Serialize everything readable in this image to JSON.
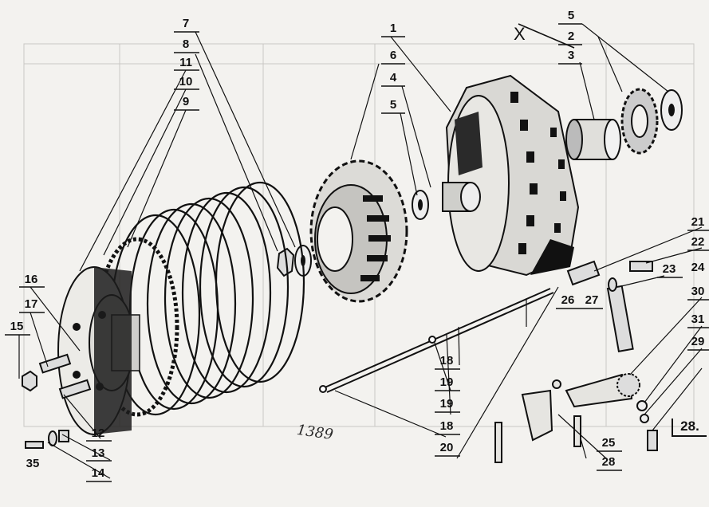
{
  "diagram": {
    "sheet_number": "28.",
    "handwritten_note": "1389",
    "marker": "X",
    "part_labels": [
      {
        "id": "1",
        "text": "1"
      },
      {
        "id": "2a",
        "text": "2"
      },
      {
        "id": "3",
        "text": "3"
      },
      {
        "id": "4",
        "text": "4"
      },
      {
        "id": "5a",
        "text": "5"
      },
      {
        "id": "5b",
        "text": "5"
      },
      {
        "id": "6",
        "text": "6"
      },
      {
        "id": "7",
        "text": "7"
      },
      {
        "id": "8",
        "text": "8"
      },
      {
        "id": "9",
        "text": "9"
      },
      {
        "id": "10",
        "text": "10"
      },
      {
        "id": "11",
        "text": "11"
      },
      {
        "id": "12",
        "text": "12"
      },
      {
        "id": "13",
        "text": "13"
      },
      {
        "id": "14",
        "text": "14"
      },
      {
        "id": "15",
        "text": "15"
      },
      {
        "id": "16",
        "text": "16"
      },
      {
        "id": "17",
        "text": "17"
      },
      {
        "id": "18a",
        "text": "18"
      },
      {
        "id": "18b",
        "text": "18"
      },
      {
        "id": "19a",
        "text": "19"
      },
      {
        "id": "19b",
        "text": "19"
      },
      {
        "id": "20",
        "text": "20"
      },
      {
        "id": "21",
        "text": "21"
      },
      {
        "id": "22",
        "text": "22"
      },
      {
        "id": "23",
        "text": "23"
      },
      {
        "id": "24",
        "text": "24"
      },
      {
        "id": "25",
        "text": "25"
      },
      {
        "id": "26",
        "text": "26"
      },
      {
        "id": "27",
        "text": "27"
      },
      {
        "id": "28",
        "text": "28"
      },
      {
        "id": "29",
        "text": "29"
      },
      {
        "id": "30",
        "text": "30"
      },
      {
        "id": "31",
        "text": "31"
      },
      {
        "id": "35",
        "text": "35"
      }
    ]
  },
  "colors": {
    "paper": "#f3f2ef",
    "ink": "#111111",
    "shadow": "#1c1c1c"
  }
}
